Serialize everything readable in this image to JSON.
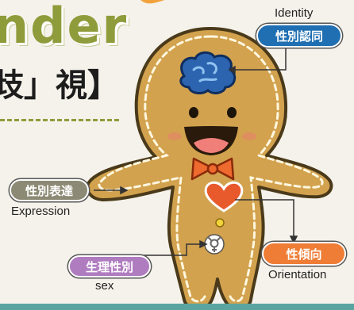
{
  "heading": {
    "title_fragment": "nder",
    "subtitle_fragment": "歧」視】"
  },
  "labels": {
    "identity": {
      "en": "Identity",
      "zh": "性別認同",
      "color": "#1f6fb2"
    },
    "expression": {
      "en": "Expression",
      "zh": "性別表達",
      "color": "#8c8a74"
    },
    "sex": {
      "en": "sex",
      "zh": "生理性別",
      "color": "#b07cc0"
    },
    "orientation": {
      "en": "Orientation",
      "zh": "性傾向",
      "color": "#ef7d35"
    }
  },
  "colors": {
    "cookie": "#d2a24e",
    "cookie_outline": "#4a3a1a",
    "brain": "#2c64b0",
    "bowtie": "#ef6a2e",
    "heart": "#e85a2c",
    "title_green": "#8f9c3b",
    "band": "#5aa5a0"
  },
  "icons": [
    "brain-icon",
    "bowtie-icon",
    "heart-icon",
    "gender-symbol-icon"
  ]
}
